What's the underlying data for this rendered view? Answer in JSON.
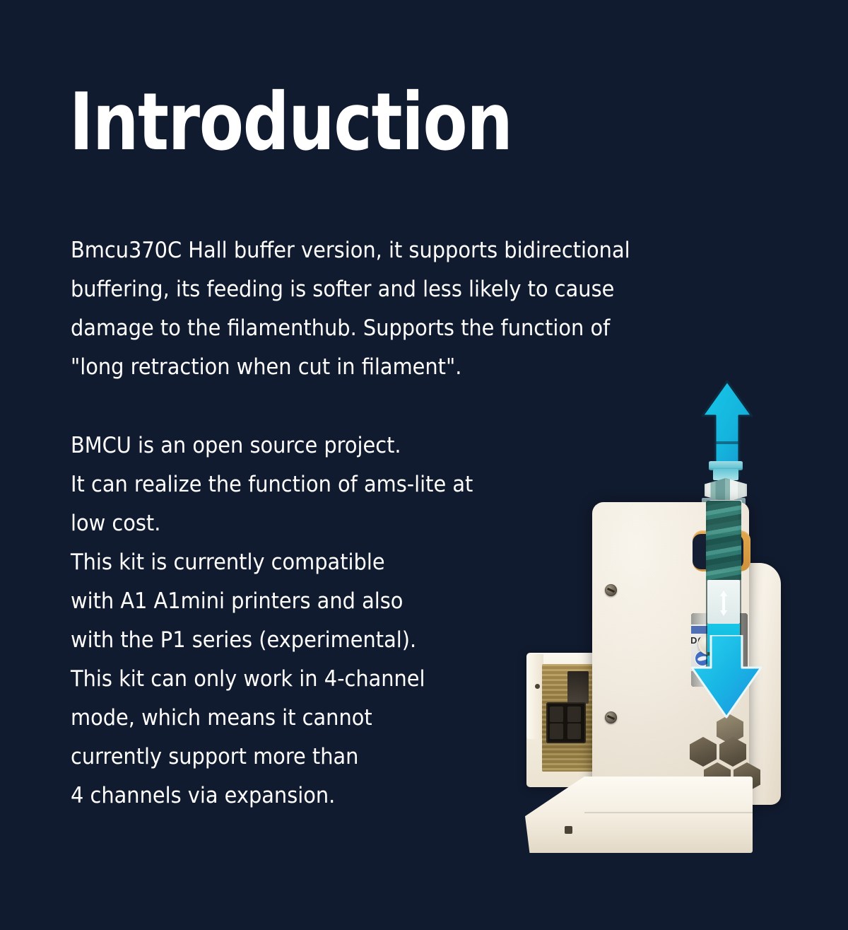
{
  "page": {
    "background_color": "#111b2f",
    "text_color": "#ffffff",
    "title": "Introduction"
  },
  "intro": {
    "paragraph1_lines": [
      "Bmcu370C Hall buffer version, it supports bidirectional",
      "buffering, its feeding is softer and less likely to cause",
      "damage to the filamenthub. Supports the function of",
      "\"long retraction when cut in filament\"."
    ],
    "paragraph2_lines": [
      "BMCU is an open source project.",
      "It can realize the function of ams-lite at",
      "low cost.",
      "This kit is currently compatible",
      "with A1 A1mini printers and also",
      "with the P1 series (experimental).",
      "This kit can only work in 4-channel",
      "mode, which means it cannot",
      "currently support more than",
      "4 channels via expansion."
    ]
  },
  "product_image": {
    "alt": "BMCU370C Hall buffer module, side view",
    "labels": {
      "motor_text": "DC"
    },
    "annotations": [
      {
        "name": "flow-up-arrow",
        "direction": "up",
        "color": "#19c0e0"
      },
      {
        "name": "flow-down-arrow",
        "direction": "down",
        "color": "#19c0e0"
      },
      {
        "name": "buffer-travel-arrow",
        "direction": "bidirectional"
      }
    ],
    "colors": {
      "case": "#f3ece0",
      "handle_rim": "#e0a244",
      "arrow_cyan": "#19c0e0",
      "arrow_blue": "#1f8fe0",
      "tube_teal": "#2e7a70"
    }
  }
}
